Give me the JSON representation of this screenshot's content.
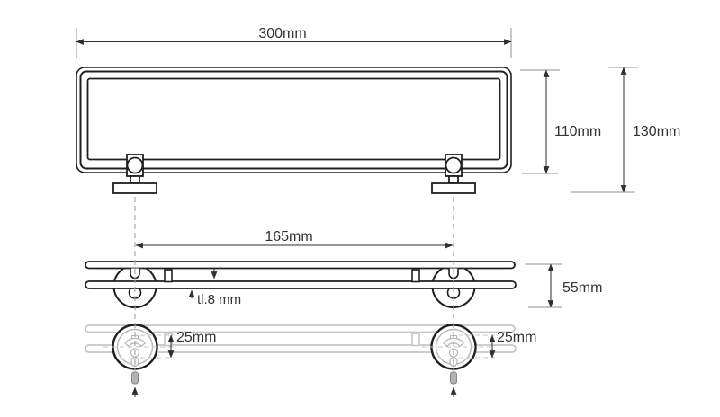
{
  "drawing": {
    "labels": {
      "overall_width": "300mm",
      "shelf_height": "110mm",
      "overall_height": "130mm",
      "mount_spacing": "165mm",
      "glass_thickness": "tl.8 mm",
      "side_depth": "55mm",
      "left_hole_spacing": "25mm",
      "right_hole_spacing": "25mm"
    },
    "colors": {
      "line": "#1f1f1f",
      "dim_line": "#2e2e2e",
      "label": "#333333",
      "tick": "#8f8f8f",
      "centerline": "#a3a3a3",
      "silhouette": "#c6c6c6",
      "detail": "#b8b8b8",
      "background": "#ffffff"
    }
  }
}
